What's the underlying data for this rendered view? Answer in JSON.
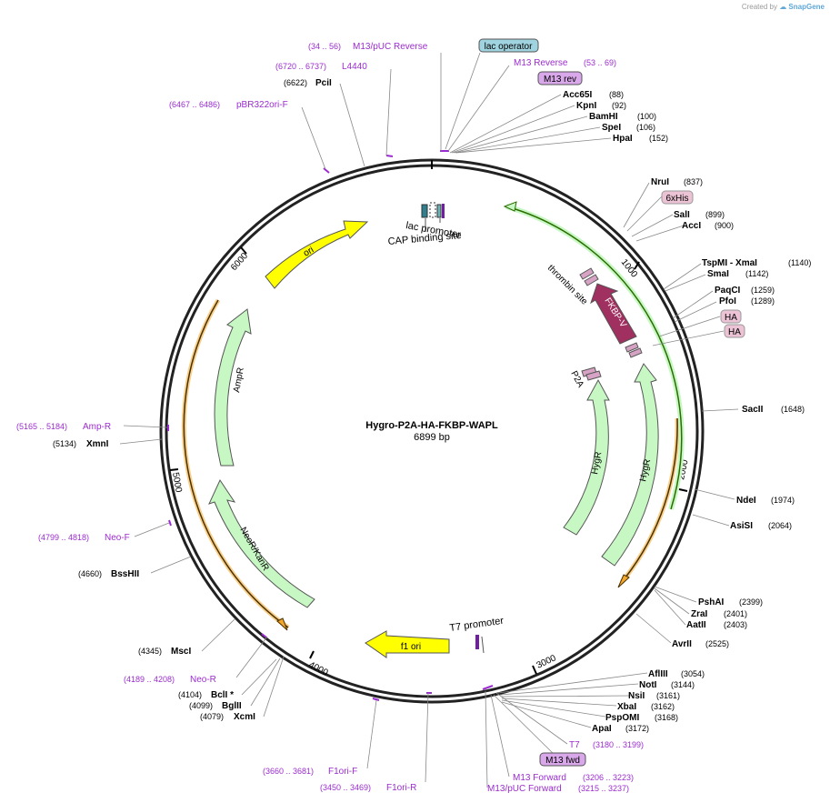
{
  "credit": {
    "prefix": "Created by",
    "brand": "SnapGene"
  },
  "plasmid": {
    "name": "Hygro-P2A-HA-FKBP-WAPL",
    "length": "6899 bp",
    "total_bp": 6899
  },
  "ticks": [
    "1000",
    "2000",
    "3000",
    "4000",
    "5000",
    "6000"
  ],
  "colors": {
    "backbone": "#222222",
    "feature_green": "#c7f8c4",
    "feature_yellow": "#ffff00",
    "fkbp": "#a0305f",
    "orange_halo": "#f4a72d",
    "primer": "#9b2ccf",
    "label_purple": "#9b2ccf",
    "site": "#000000"
  },
  "center_labels": [
    {
      "text": "Hygro-P2A-HA-FKBP-WAPL"
    },
    {
      "text": "6899 bp"
    }
  ],
  "features": [
    {
      "name": "AmpR",
      "label": "AmpR"
    },
    {
      "name": "NeoR/KanR",
      "label": "NeoR/KanR"
    },
    {
      "name": "ori",
      "label": "ori"
    },
    {
      "name": "f1 ori",
      "label": "f1 ori"
    },
    {
      "name": "HygR",
      "label": "HygR"
    },
    {
      "name": "HygR",
      "label": "HygR"
    },
    {
      "name": "FKBP-V",
      "label": "FKBP-V"
    },
    {
      "name": "thrombin site",
      "label": "thrombin site"
    },
    {
      "name": "P2A",
      "label": "P2A"
    },
    {
      "name": "lac promoter",
      "label": "lac promoter"
    },
    {
      "name": "CAP binding site",
      "label": "CAP binding site"
    },
    {
      "name": "T7 promoter",
      "label": "T7 promoter"
    }
  ],
  "boxed_labels": [
    {
      "text": "lac operator"
    },
    {
      "text": "M13 rev"
    },
    {
      "text": "6xHis"
    },
    {
      "text": "HA"
    },
    {
      "text": "HA"
    },
    {
      "text": "M13 fwd"
    }
  ],
  "sites": [
    {
      "name": "PciI",
      "pos": "(6622)"
    },
    {
      "name": "Acc65I",
      "pos": "(88)"
    },
    {
      "name": "KpnI",
      "pos": "(92)"
    },
    {
      "name": "BamHI",
      "pos": "(100)"
    },
    {
      "name": "SpeI",
      "pos": "(106)"
    },
    {
      "name": "HpaI",
      "pos": "(152)"
    },
    {
      "name": "NruI",
      "pos": "(837)"
    },
    {
      "name": "SalI",
      "pos": "(899)"
    },
    {
      "name": "AccI",
      "pos": "(900)"
    },
    {
      "name": "TspMI  - XmaI",
      "pos": "(1140)"
    },
    {
      "name": "SmaI",
      "pos": "(1142)"
    },
    {
      "name": "PaqCI",
      "pos": "(1259)"
    },
    {
      "name": "PfoI",
      "pos": "(1289)"
    },
    {
      "name": "SacII",
      "pos": "(1648)"
    },
    {
      "name": "NdeI",
      "pos": "(1974)"
    },
    {
      "name": "AsiSI",
      "pos": "(2064)"
    },
    {
      "name": "PshAI",
      "pos": "(2399)"
    },
    {
      "name": "ZraI",
      "pos": "(2401)"
    },
    {
      "name": "AatII",
      "pos": "(2403)"
    },
    {
      "name": "AvrII",
      "pos": "(2525)"
    },
    {
      "name": "AflIII",
      "pos": "(3054)"
    },
    {
      "name": "NotI",
      "pos": "(3144)"
    },
    {
      "name": "NsiI",
      "pos": "(3161)"
    },
    {
      "name": "XbaI",
      "pos": "(3162)"
    },
    {
      "name": "PspOMI",
      "pos": "(3168)"
    },
    {
      "name": "ApaI",
      "pos": "(3172)"
    },
    {
      "name": "XmnI",
      "pos": "(5134)"
    },
    {
      "name": "BssHII",
      "pos": "(4660)"
    },
    {
      "name": "MscI",
      "pos": "(4345)"
    },
    {
      "name": "BclI *",
      "pos": "(4104)"
    },
    {
      "name": "BglII",
      "pos": "(4099)"
    },
    {
      "name": "XcmI",
      "pos": "(4079)"
    }
  ],
  "primers": [
    {
      "name": "M13/pUC Reverse",
      "pos": "(34 .. 56)"
    },
    {
      "name": "M13 Reverse",
      "pos": "(53 .. 69)"
    },
    {
      "name": "L4440",
      "pos": "(6720 .. 6737)"
    },
    {
      "name": "pBR322ori-F",
      "pos": "(6467 .. 6486)"
    },
    {
      "name": "Amp-R",
      "pos": "(5165 .. 5184)"
    },
    {
      "name": "Neo-F",
      "pos": "(4799 .. 4818)"
    },
    {
      "name": "Neo-R",
      "pos": "(4189 .. 4208)"
    },
    {
      "name": "F1ori-F",
      "pos": "(3660 .. 3681)"
    },
    {
      "name": "F1ori-R",
      "pos": "(3450 .. 3469)"
    },
    {
      "name": "T7",
      "pos": "(3180 .. 3199)"
    },
    {
      "name": "M13 Forward",
      "pos": "(3206 .. 3223)"
    },
    {
      "name": "M13/pUC Forward",
      "pos": "(3215 .. 3237)"
    }
  ]
}
